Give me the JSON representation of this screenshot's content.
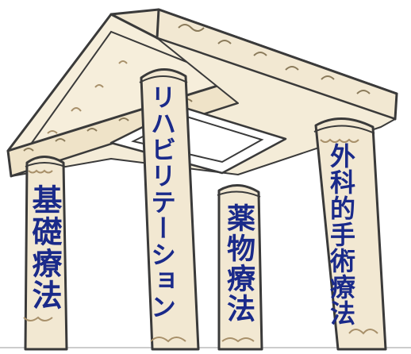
{
  "pillars": {
    "basic": "基礎療法",
    "rehab": "リハビリテーション",
    "drug": "薬物療法",
    "surgery": "外科的手術療法"
  },
  "colors": {
    "outline": "#3a3a3a",
    "stone": "#f2e8d2",
    "stone_shade": "#e2d2b0",
    "label": "#1a2a8a"
  }
}
